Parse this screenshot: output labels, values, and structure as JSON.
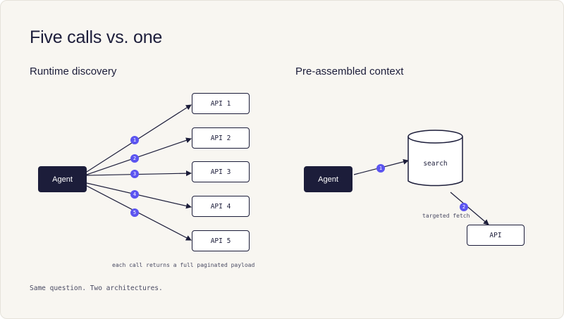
{
  "title": "Five calls vs. one",
  "left": {
    "heading": "Runtime discovery",
    "agent_label": "Agent",
    "apis": [
      "API 1",
      "API 2",
      "API 3",
      "API 4",
      "API 5"
    ],
    "badges": [
      "1",
      "2",
      "3",
      "4",
      "5"
    ],
    "note": "each call returns a full paginated payload"
  },
  "right": {
    "heading": "Pre-assembled context",
    "agent_label": "Agent",
    "store_label": "search",
    "api_label": "API",
    "badges": [
      "1",
      "2"
    ],
    "fetch_note": "targeted fetch"
  },
  "footer": "Same question. Two architectures.",
  "colors": {
    "ink": "#1c1d3a",
    "accent": "#5b54f0",
    "background": "#f8f6f1"
  }
}
